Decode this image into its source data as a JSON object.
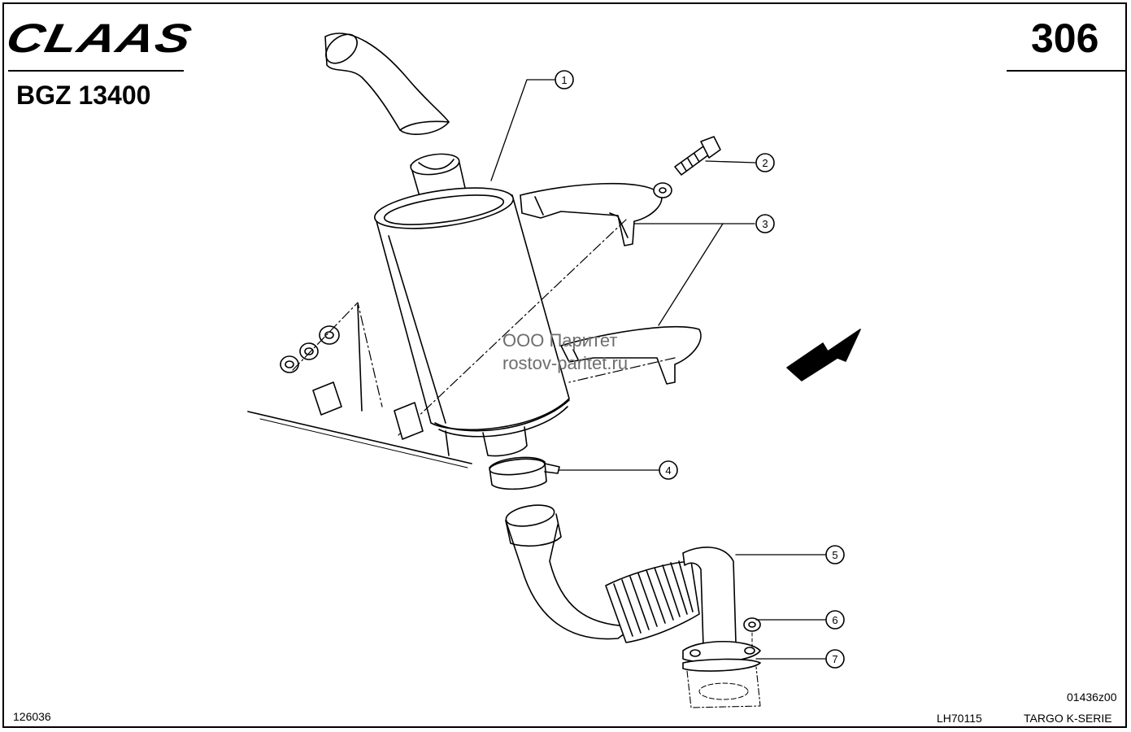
{
  "header": {
    "logo_text": "CLAAS",
    "group_code": "BGZ 13400",
    "page_number": "306"
  },
  "footer": {
    "image_id": "126036",
    "drawing_ref": "01436z00",
    "doc_code": "LH70115",
    "series": "TARGO K-SERIE"
  },
  "watermark": {
    "line1": "ООО Паритет",
    "line2": "rostov-paritet.ru"
  },
  "callouts": [
    "1",
    "2",
    "3",
    "4",
    "5",
    "6",
    "7"
  ]
}
